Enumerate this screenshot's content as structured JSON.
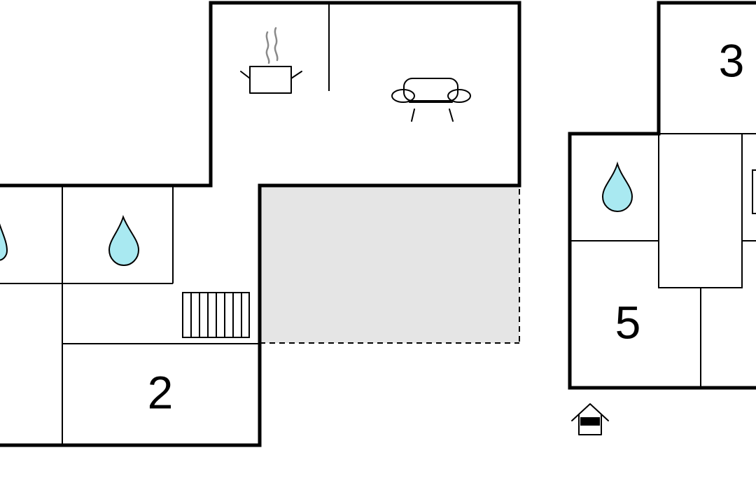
{
  "rooms": [
    {
      "number": "2"
    },
    {
      "number": "3"
    },
    {
      "number": "5"
    }
  ],
  "colors": {
    "wall": "#000000",
    "water_drop": "#a9e9f1",
    "terrace_fill": "#e5e5e5",
    "background": "#ffffff"
  },
  "icons": [
    "kitchen-pot-icon",
    "sofa-icon",
    "water-drop-icon",
    "stairs-icon",
    "entrance-house-icon"
  ]
}
